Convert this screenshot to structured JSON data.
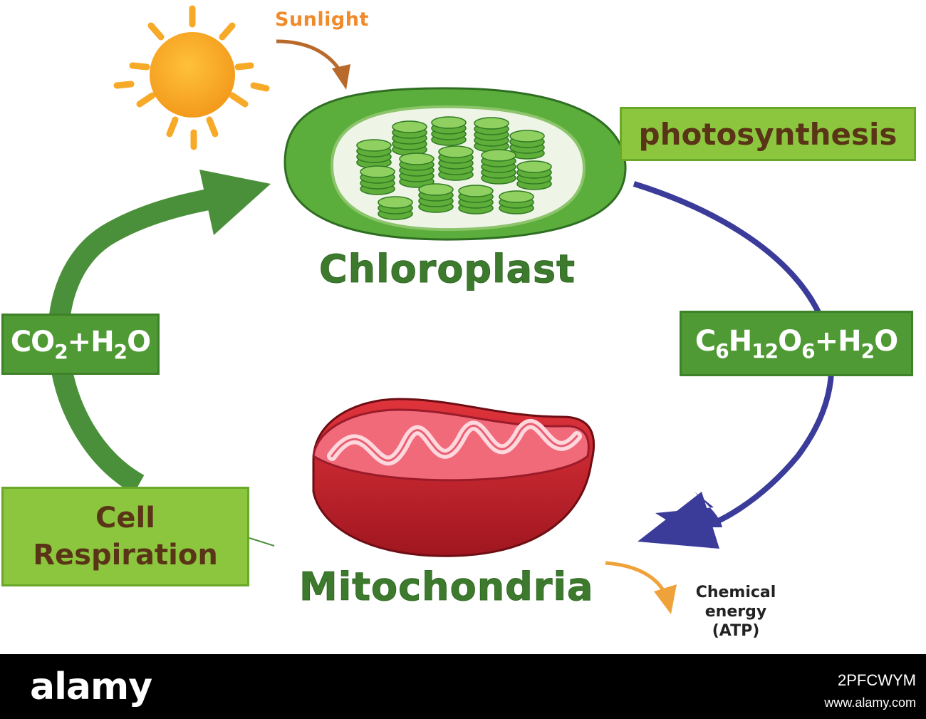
{
  "labels": {
    "sunlight": "Sunlight",
    "photosynthesis": "photosynthesis",
    "chloroplast": "Chloroplast",
    "mitochondria": "Mitochondria",
    "cell_respiration_line1": "Cell",
    "cell_respiration_line2": "Respiration",
    "chemical_energy_line1": "Chemical",
    "chemical_energy_line2": "energy",
    "chemical_energy_line3": "(ATP)"
  },
  "formulas": {
    "co2_h2o": {
      "c": "CO",
      "c_sub": "2",
      "plus": "+H",
      "h_sub": "2",
      "o": "O"
    },
    "glucose_h2o": {
      "c": "C",
      "c_sub": "6",
      "h": "H",
      "h_sub": "12",
      "o": "O",
      "o_sub": "6",
      "plus": "+H",
      "w_sub": "2",
      "w_o": "O"
    }
  },
  "footer": {
    "brand": "alamy",
    "image_id": "2PFCWYM",
    "url": "www.alamy.com"
  },
  "colors": {
    "green_arrow": "#4a8f3a",
    "blue_arrow": "#3a3a9a",
    "orange_arrow": "#f0a23a",
    "sun": "#f7a928",
    "chloroplast_outer": "#6dbb45",
    "mitochondria_outer": "#c8242e",
    "label_box": "#8cc63f"
  }
}
